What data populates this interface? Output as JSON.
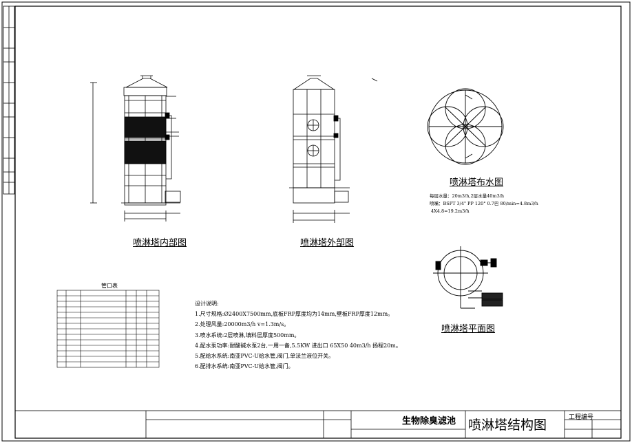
{
  "views": {
    "internal_caption": "喷淋塔内部图",
    "external_caption": "喷淋塔外部图",
    "distribution_caption": "喷淋塔布水图",
    "plan_caption": "喷淋塔平面图"
  },
  "distribution_notes": [
    "每层水量：20m3/h,2层水量40m3/h",
    "喷嘴：BSPT 3/4\" PP 120° 0.7巴 80/min=4.8m3/h",
    "4X4.8=19.2m3/h"
  ],
  "nozzle_table": {
    "title": "管口表"
  },
  "design_notes": {
    "heading": "设计说明:",
    "items": [
      "1.尺寸规格:Ø2400X7500mm,底板FRP厚度均为14mm,壁板FRP厚度12mm。",
      "2.处理风量:20000m3/h  v=1.3m/s。",
      "3.喷水系统:2层喷淋,填料层厚度500mm。",
      "4.配水泵功率:耐酸碱水泵2台,一用一备,5.5KW 进出口 65X50 40m3/h 扬程20m。",
      "5.配给水系统:南亚PVC-U给水管,阀门,单法兰液位开关。",
      "6.配排水系统:南亚PVC-U给水管,阀门。"
    ]
  },
  "title_block": {
    "project_name": "生物除臭滤池",
    "drawing_title": "喷淋塔结构图",
    "project_no_label": "工程编号"
  }
}
